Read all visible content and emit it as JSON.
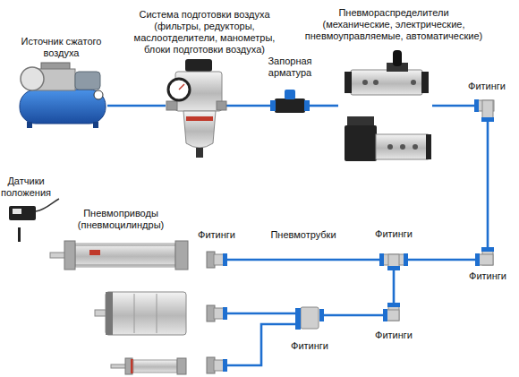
{
  "diagram": {
    "nodes": [
      {
        "text": [
          "Источник сжатого воздуха"
        ]
      },
      {
        "text": [
          "Система подготовки воздуха (фильтры, редукторы, маслоотделители, манометры, блоки подготовки воздуха)"
        ]
      },
      {
        "text": [
          "Запорная арматура"
        ]
      },
      {
        "text": [
          "Пневмораспределители (механические, электрические, пневмоуправляемые, автоматические)"
        ]
      },
      {
        "text": [
          "Фитинги"
        ]
      },
      {
        "text": [
          "Датчики положения"
        ]
      },
      {
        "text": [
          "Пневмоприводы (пневмоцилиндры)"
        ]
      },
      {
        "text": [
          "Фитинги"
        ]
      },
      {
        "text": [
          "Фитинги"
        ]
      },
      {
        "text": [
          "Фитинги"
        ]
      },
      {
        "text": [
          "Фитинги"
        ]
      },
      {
        "text": [
          "Фитинги"
        ]
      }
    ],
    "edges": [
      {
        "from": 0,
        "to": 1,
        "arrow": "none"
      },
      {
        "from": 1,
        "to": 2,
        "arrow": "none"
      },
      {
        "from": 2,
        "to": 3,
        "arrow": "none"
      },
      {
        "from": 3,
        "to": 4,
        "arrow": "none"
      },
      {
        "from": 4,
        "to": 9,
        "arrow": "none"
      },
      {
        "from": 9,
        "to": 8,
        "arrow": "none"
      },
      {
        "from": 8,
        "to": 7,
        "label": "Пневмотрубки",
        "arrow": "none"
      },
      {
        "from": 8,
        "to": 11,
        "arrow": "none"
      },
      {
        "from": 11,
        "to": 10,
        "arrow": "none"
      }
    ]
  }
}
